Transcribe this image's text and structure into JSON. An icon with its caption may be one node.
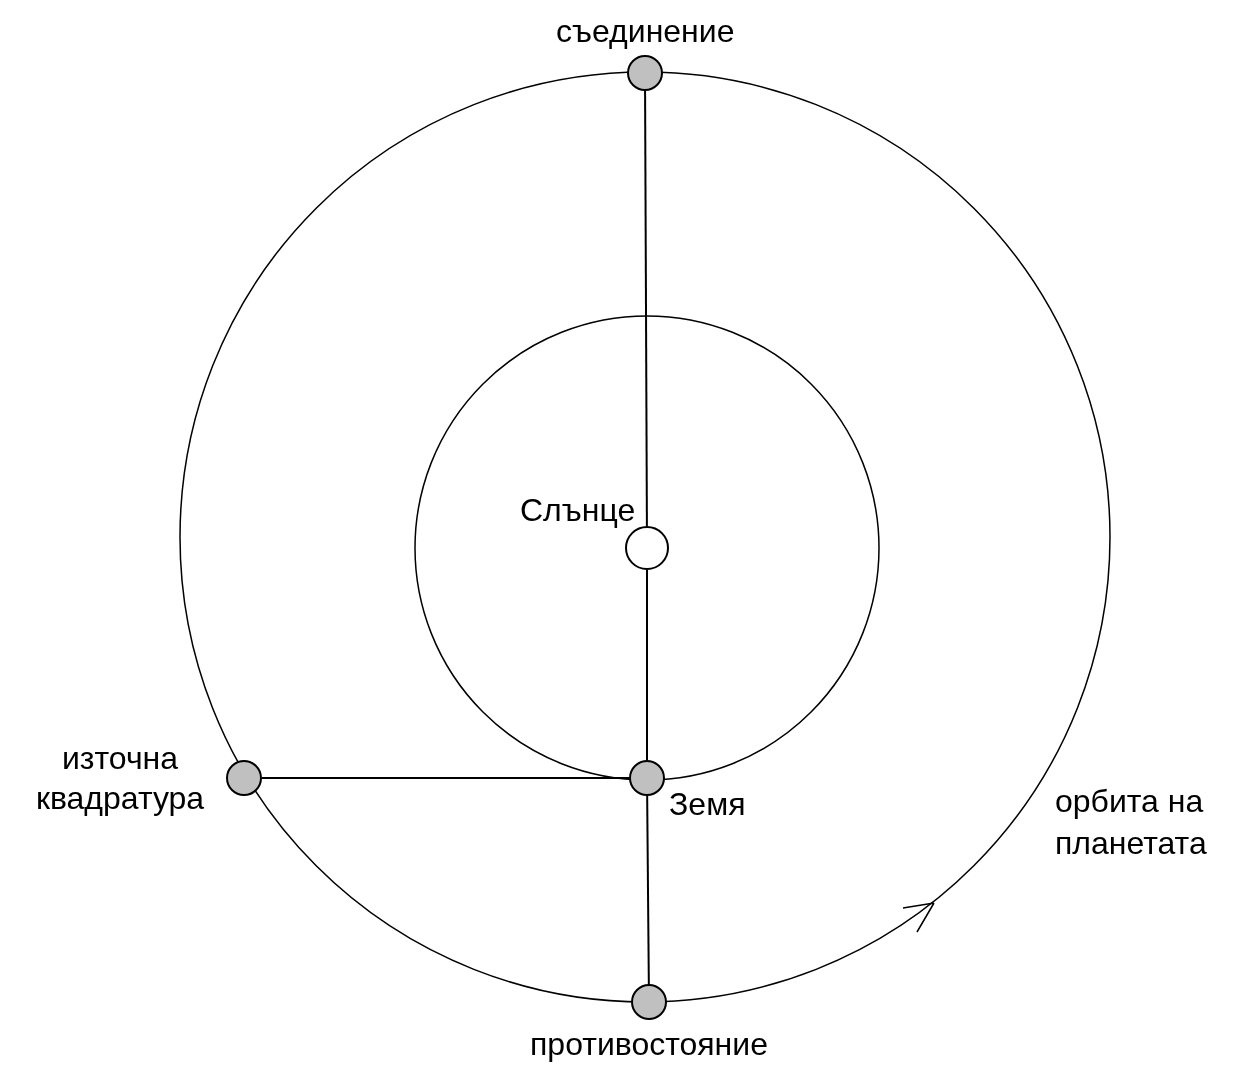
{
  "diagram": {
    "nodes": [
      {
        "text": [
          "съединение"
        ]
      },
      {
        "text": [
          "Слънце"
        ]
      },
      {
        "text": [
          "източна квадратура"
        ]
      },
      {
        "text": [
          "Земя"
        ]
      },
      {
        "text": [
          "противостояние"
        ]
      }
    ],
    "edges": [
      {
        "from": 0,
        "to": 1,
        "arrow": "none"
      },
      {
        "from": 1,
        "to": 3,
        "arrow": "none"
      },
      {
        "from": 3,
        "to": 4,
        "arrow": "none"
      },
      {
        "from": 2,
        "to": 3,
        "arrow": "none"
      }
    ],
    "labels": [
      "орбита на планетата"
    ]
  }
}
